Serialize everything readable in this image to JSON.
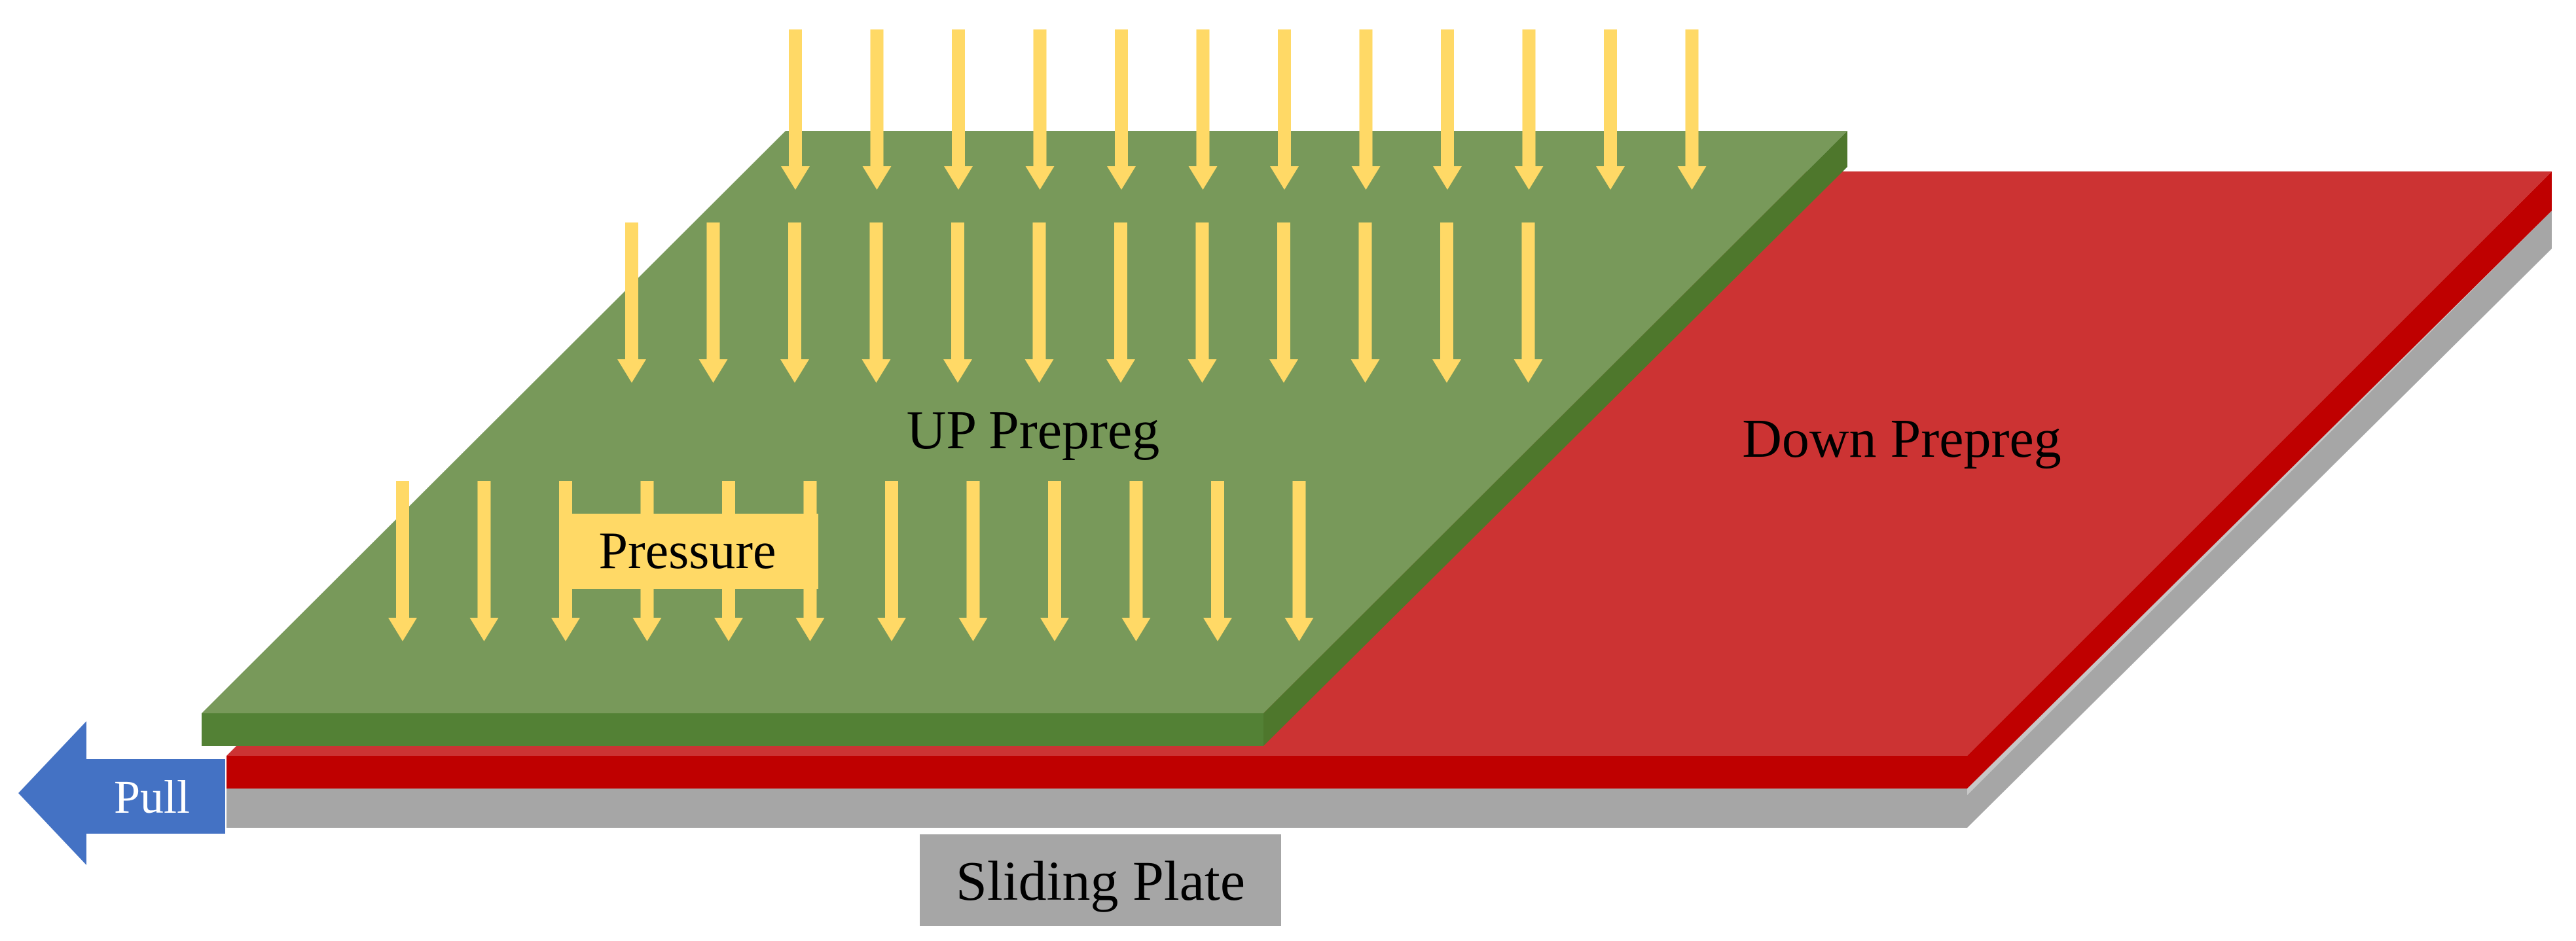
{
  "labels": {
    "up_prepreg": "UP Prepreg",
    "down_prepreg": "Down Prepreg",
    "pressure": "Pressure",
    "pull": "Pull",
    "sliding_plate": "Sliding Plate"
  },
  "colors": {
    "up_prepreg_top": "#78995A",
    "up_prepreg_edge": "#4E772C",
    "up_prepreg_front": "#538135",
    "down_prepreg_top": "#CC3333",
    "down_prepreg_edge": "#BF0000",
    "sliding_plate_top": "#C8C8C8",
    "sliding_plate_edge": "#A6A6A6",
    "pressure_arrow": "#FFD966",
    "pull_arrow": "#4472C4",
    "pull_text": "#FFFFFF",
    "sliding_plate_label_bg": "#A6A6A6",
    "text": "#000000"
  },
  "icons": {
    "pressure": "down-arrow-icon",
    "pull": "left-arrow-icon"
  }
}
